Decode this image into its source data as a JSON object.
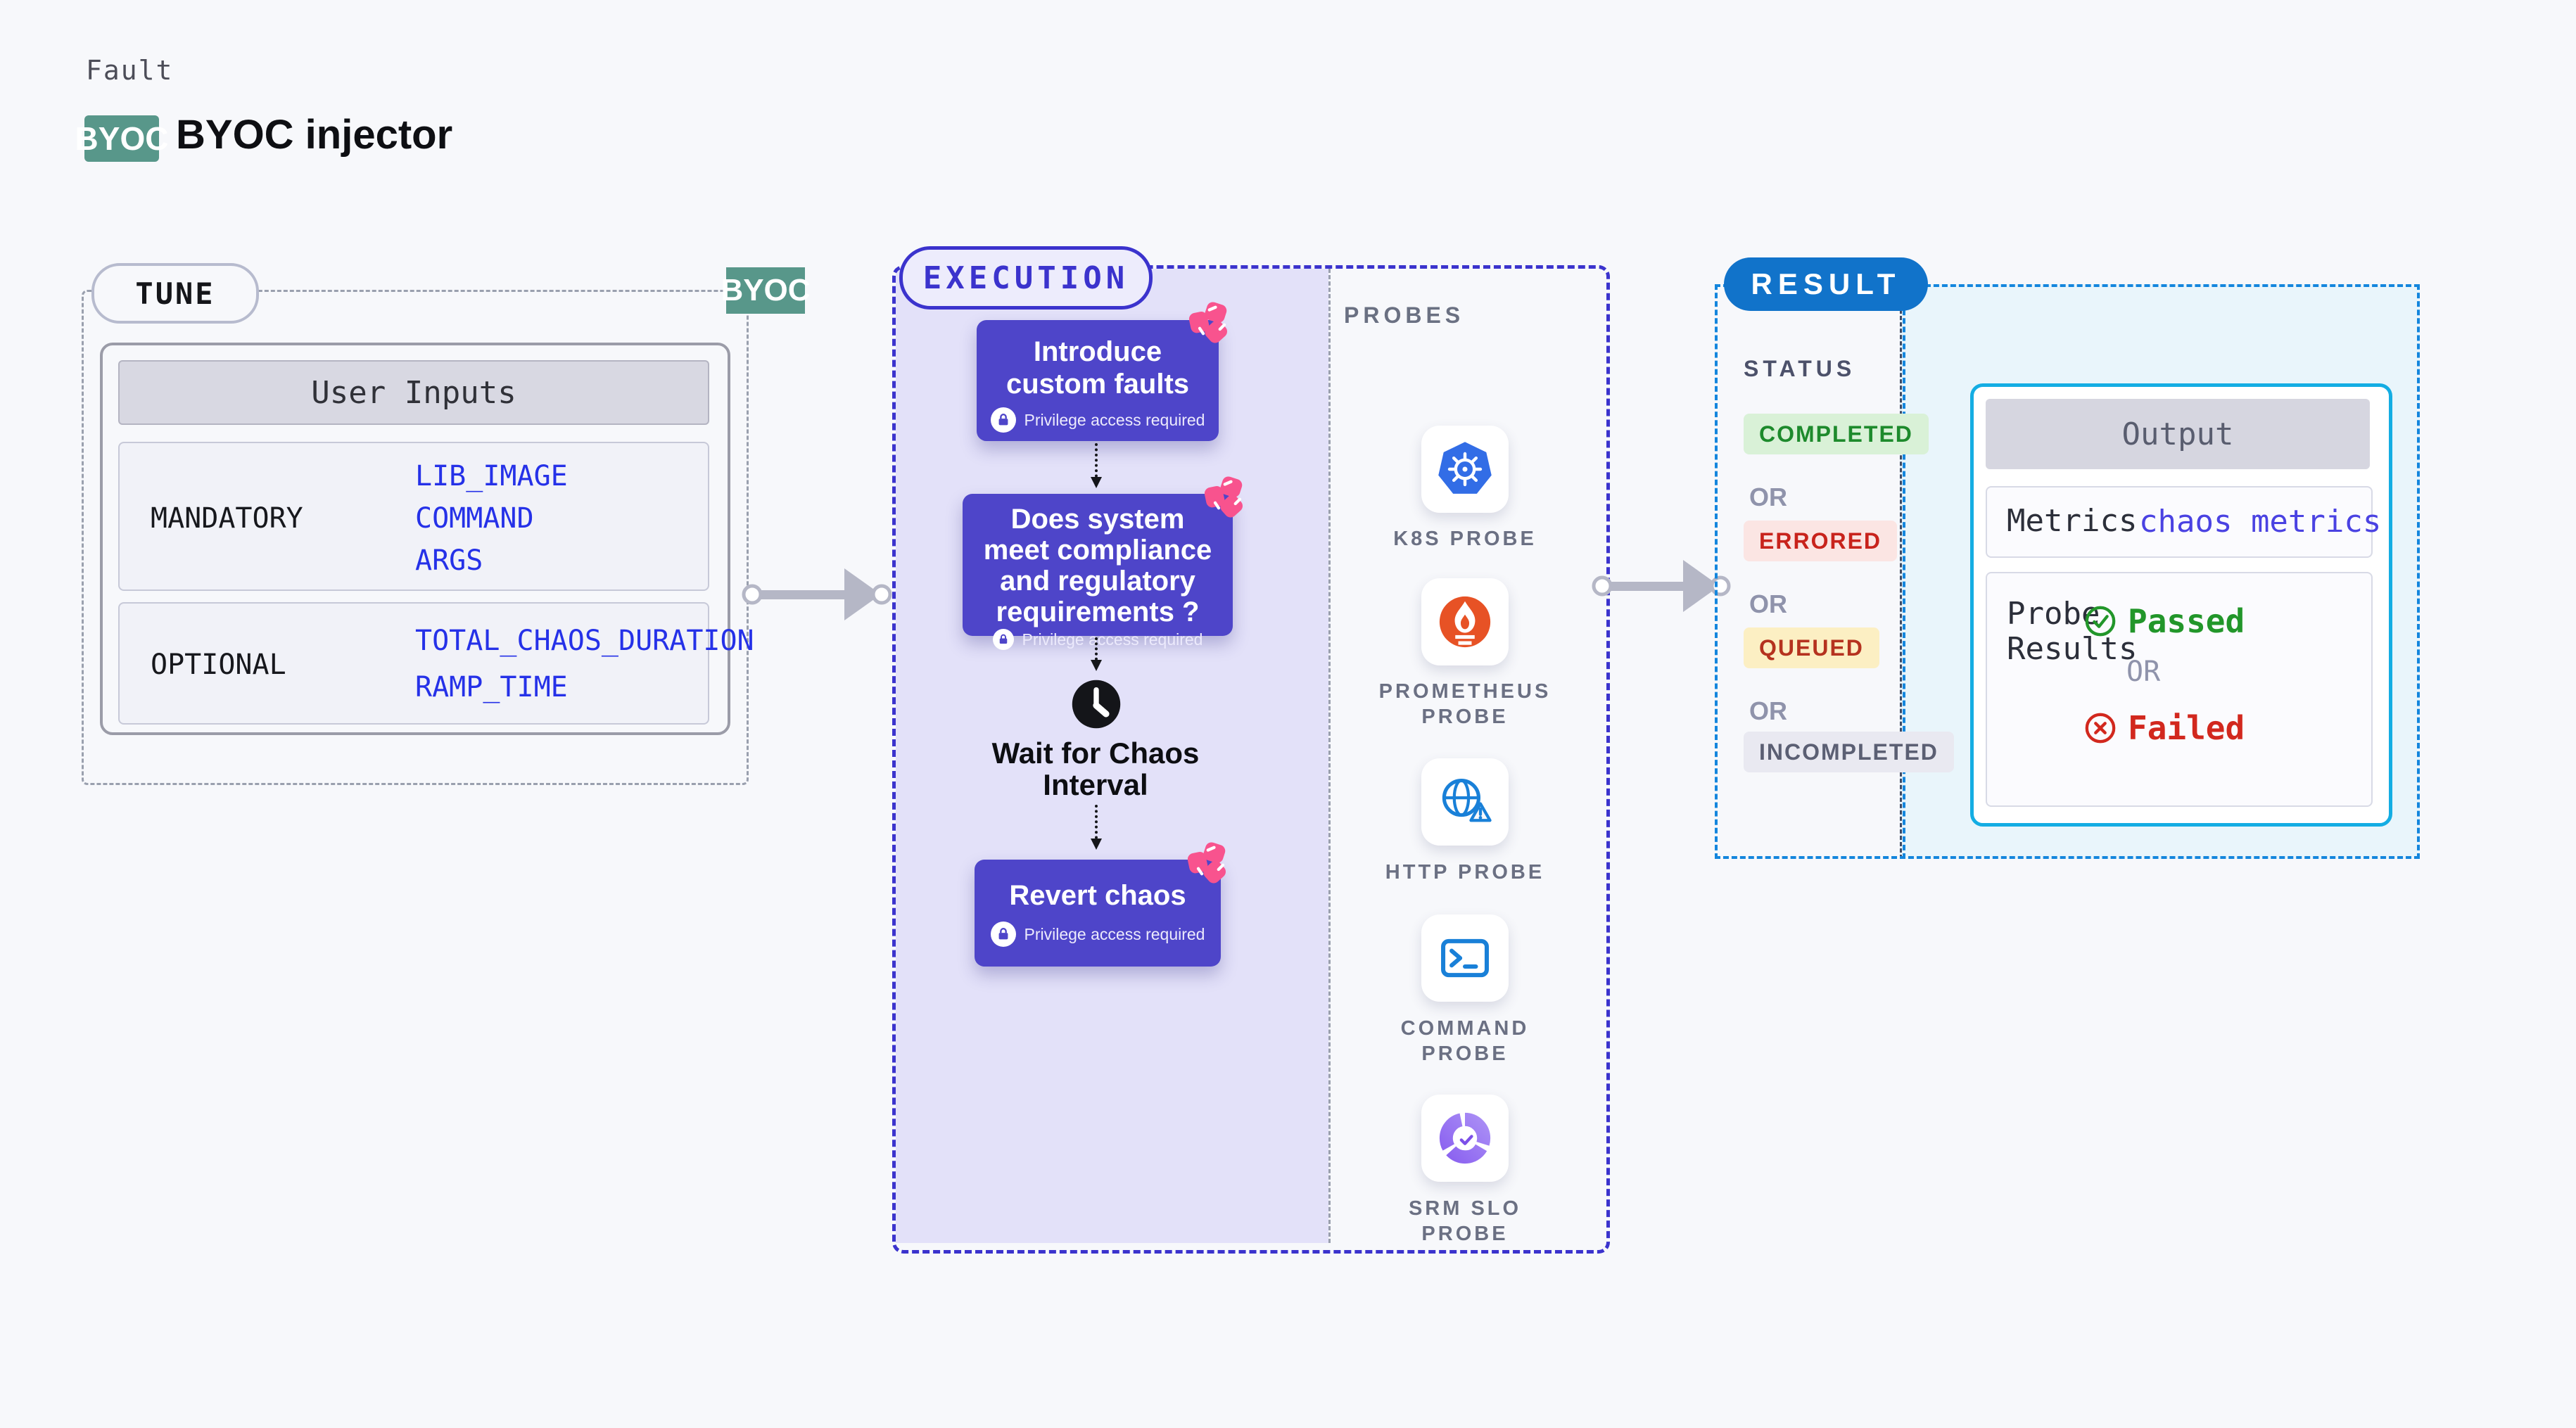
{
  "header": {
    "kicker": "Fault",
    "badge": "BYOC",
    "title": "BYOC injector"
  },
  "tune": {
    "label": "TUNE",
    "byoc_tag": "BYOC",
    "card_title": "User Inputs",
    "groups": [
      {
        "label": "MANDATORY",
        "params": [
          "LIB_IMAGE",
          "COMMAND",
          "ARGS"
        ]
      },
      {
        "label": "OPTIONAL",
        "params": [
          "TOTAL_CHAOS_DURATION",
          "RAMP_TIME"
        ]
      }
    ]
  },
  "execution": {
    "label": "EXECUTION",
    "nodes": [
      {
        "title": "Introduce custom faults",
        "note": "Privilege access required"
      },
      {
        "title": "Does system meet compliance and regulatory requirements ?",
        "note": "Privilege access required"
      },
      {
        "title": "Revert chaos",
        "note": "Privilege access required"
      }
    ],
    "wait_label": "Wait for Chaos Interval"
  },
  "probes": {
    "label": "PROBES",
    "items": [
      {
        "name": "K8S PROBE",
        "icon": "kubernetes-icon"
      },
      {
        "name": "PROMETHEUS PROBE",
        "icon": "prometheus-icon"
      },
      {
        "name": "HTTP PROBE",
        "icon": "globe-alert-icon"
      },
      {
        "name": "COMMAND PROBE",
        "icon": "terminal-icon"
      },
      {
        "name": "SRM SLO PROBE",
        "icon": "slo-donut-icon"
      }
    ]
  },
  "result": {
    "label": "RESULT",
    "status_label": "STATUS",
    "or_label": "OR",
    "statuses": [
      {
        "text": "COMPLETED",
        "fg": "#1d8a2c",
        "bg": "#d9f1d7"
      },
      {
        "text": "ERRORED",
        "fg": "#c8231c",
        "bg": "#fbe5e3"
      },
      {
        "text": "QUEUED",
        "fg": "#b5321f",
        "bg": "#fcefc3"
      },
      {
        "text": "INCOMPLETED",
        "fg": "#5b5f73",
        "bg": "#e9e9f1"
      }
    ],
    "output": {
      "title": "Output",
      "metrics_label": "Metrics",
      "metrics_value": "chaos metrics",
      "probe_results_label": "Probe Results",
      "passed": "Passed",
      "failed": "Failed"
    }
  },
  "colors": {
    "accent_indigo": "#3b33cd",
    "node_purple": "#4e45c9",
    "chaos_pink": "#f8538e",
    "byoc_teal": "#58978a",
    "result_blue": "#1173ca",
    "output_cyan_border": "#14ade3",
    "param_blue": "#2531e8",
    "metrics_blue": "#4a42e2",
    "passed_green": "#22962a",
    "failed_red": "#d2281e",
    "arrow_gray": "#b5b7c6"
  }
}
